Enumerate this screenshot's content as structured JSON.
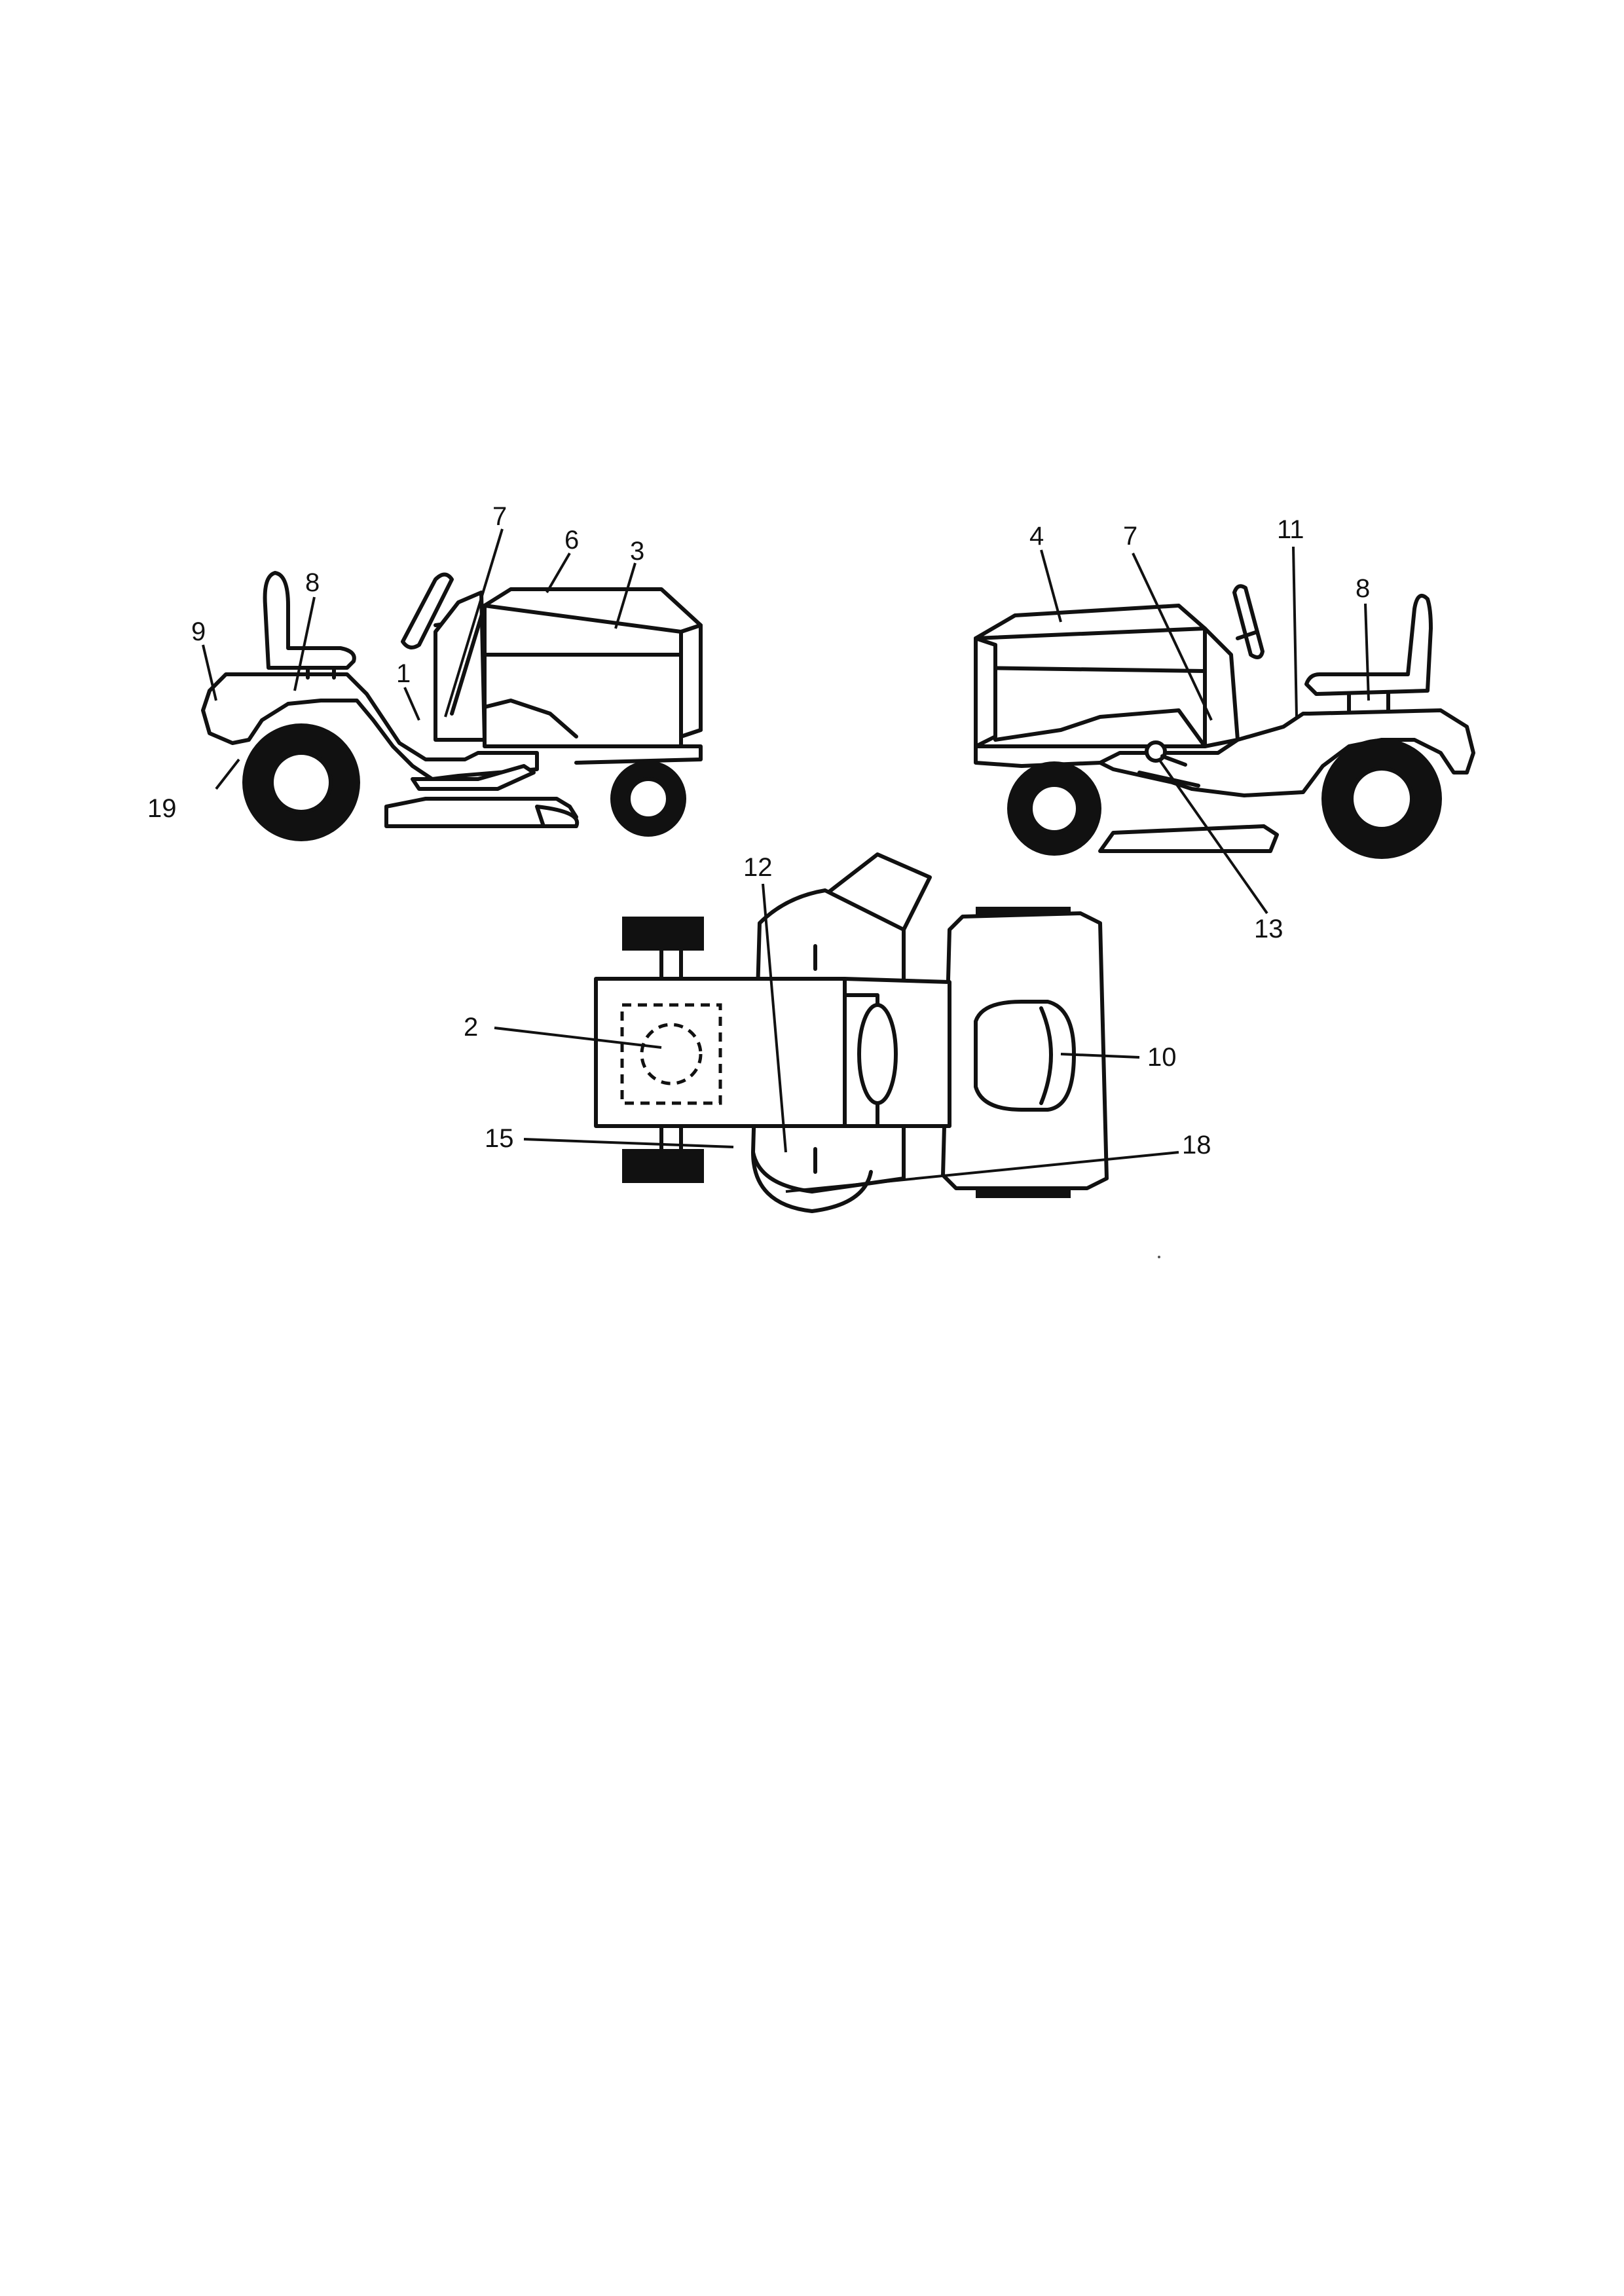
{
  "labels": {
    "left_view": {
      "l7": "7",
      "l6": "6",
      "l3": "3",
      "l8": "8",
      "l9": "9",
      "l1": "1",
      "l19": "19"
    },
    "right_view": {
      "l4": "4",
      "l7": "7",
      "l11": "11",
      "l8": "8",
      "l13": "13"
    },
    "top_view": {
      "l12": "12",
      "l2": "2",
      "l10": "10",
      "l15": "15",
      "l18": "18"
    }
  }
}
